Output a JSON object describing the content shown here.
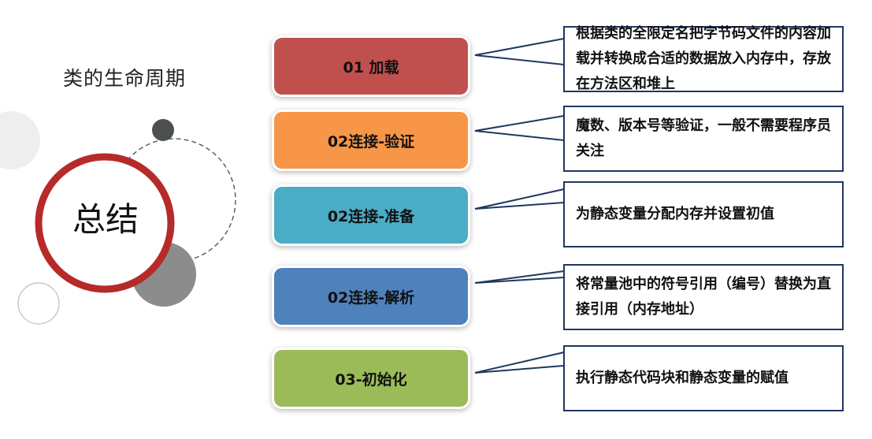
{
  "title": "类的生命周期",
  "hub_label": "总结",
  "colors": {
    "hub_ring": "#b72a2a",
    "connector": "#1f3760",
    "grey_disc": "#8c8c8c",
    "light_disc": "#eeeeee",
    "dark_dot": "#4d5050"
  },
  "stages": [
    {
      "label": "01 加载",
      "color": "#c0504d",
      "description": "根据类的全限定名把字节码文件的内容加载并转换成合适的数据放入内存中，存放在方法区和堆上"
    },
    {
      "label": "02连接-验证",
      "color": "#f79646",
      "description": "魔数、版本号等验证，一般不需要程序员关注"
    },
    {
      "label": "02连接-准备",
      "color": "#4bacc6",
      "description": "为静态变量分配内存并设置初值"
    },
    {
      "label": "02连接-解析",
      "color": "#4f81bd",
      "description": "将常量池中的符号引用（编号）替换为直接引用（内存地址）"
    },
    {
      "label": "03-初始化",
      "color": "#9bbb59",
      "description": "执行静态代码块和静态变量的赋值"
    }
  ]
}
